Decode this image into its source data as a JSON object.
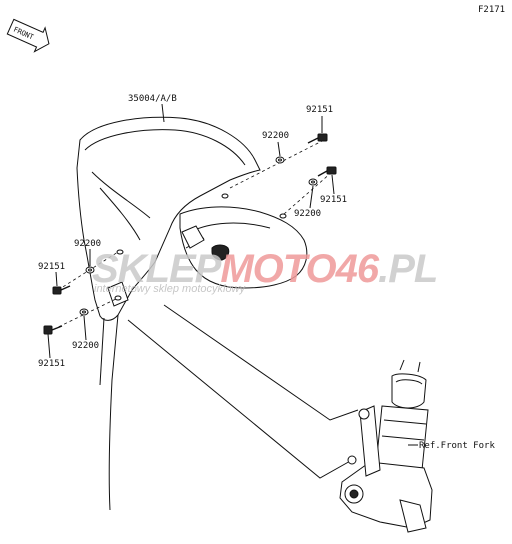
{
  "figure_code": "F2171",
  "front_label": "FRONT",
  "parts": {
    "fender": "35004/A/B",
    "washer_top": "92200",
    "bolt_top": "92151",
    "bolt_right": "92151",
    "washer_right": "92200",
    "washer_left_top": "92200",
    "bolt_left_top": "92151",
    "washer_left_bottom": "92200",
    "bolt_left_bottom": "92151"
  },
  "reference": "Ref.Front Fork",
  "watermark": {
    "part1": "SKLEP",
    "part2": "MOTO",
    "part3": "46",
    "part4": ".PL",
    "tagline": "internetowy sklep motocyklowy"
  }
}
